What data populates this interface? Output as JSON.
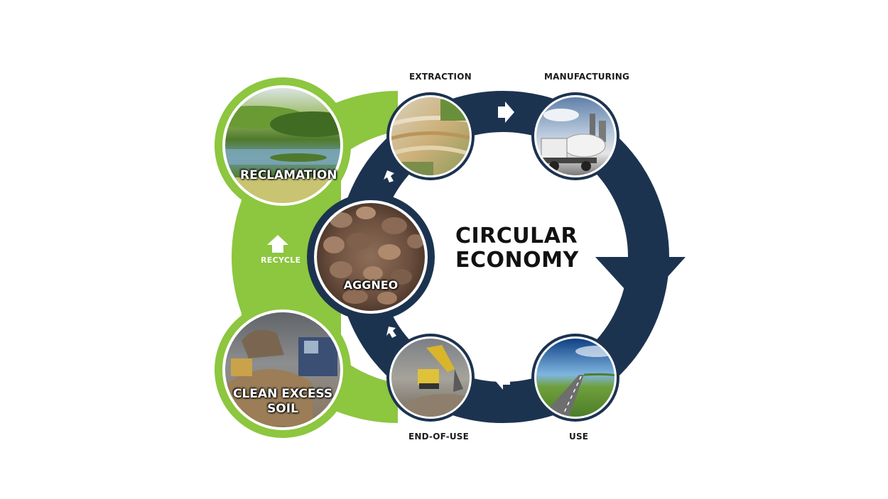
{
  "diagram": {
    "title_line1": "CIRCULAR",
    "title_line2": "ECONOMY",
    "stages": {
      "extraction": "EXTRACTION",
      "manufacturing": "MANUFACTURING",
      "use": "USE",
      "end_of_use": "END-OF-USE"
    },
    "photo_labels": {
      "reclamation": "RECLAMATION",
      "aggneo": "AGGNEO",
      "clean_excess_soil_line1": "CLEAN EXCESS",
      "clean_excess_soil_line2": "SOIL"
    },
    "recycle_label": "RECYCLE",
    "icons": [
      "arrow-right-icon",
      "arrow-left-icon",
      "arrow-up-icon",
      "big-arrow-down-icon"
    ],
    "colors": {
      "navy": "#1c3350",
      "green": "#8dc63f",
      "white": "#ffffff"
    }
  }
}
